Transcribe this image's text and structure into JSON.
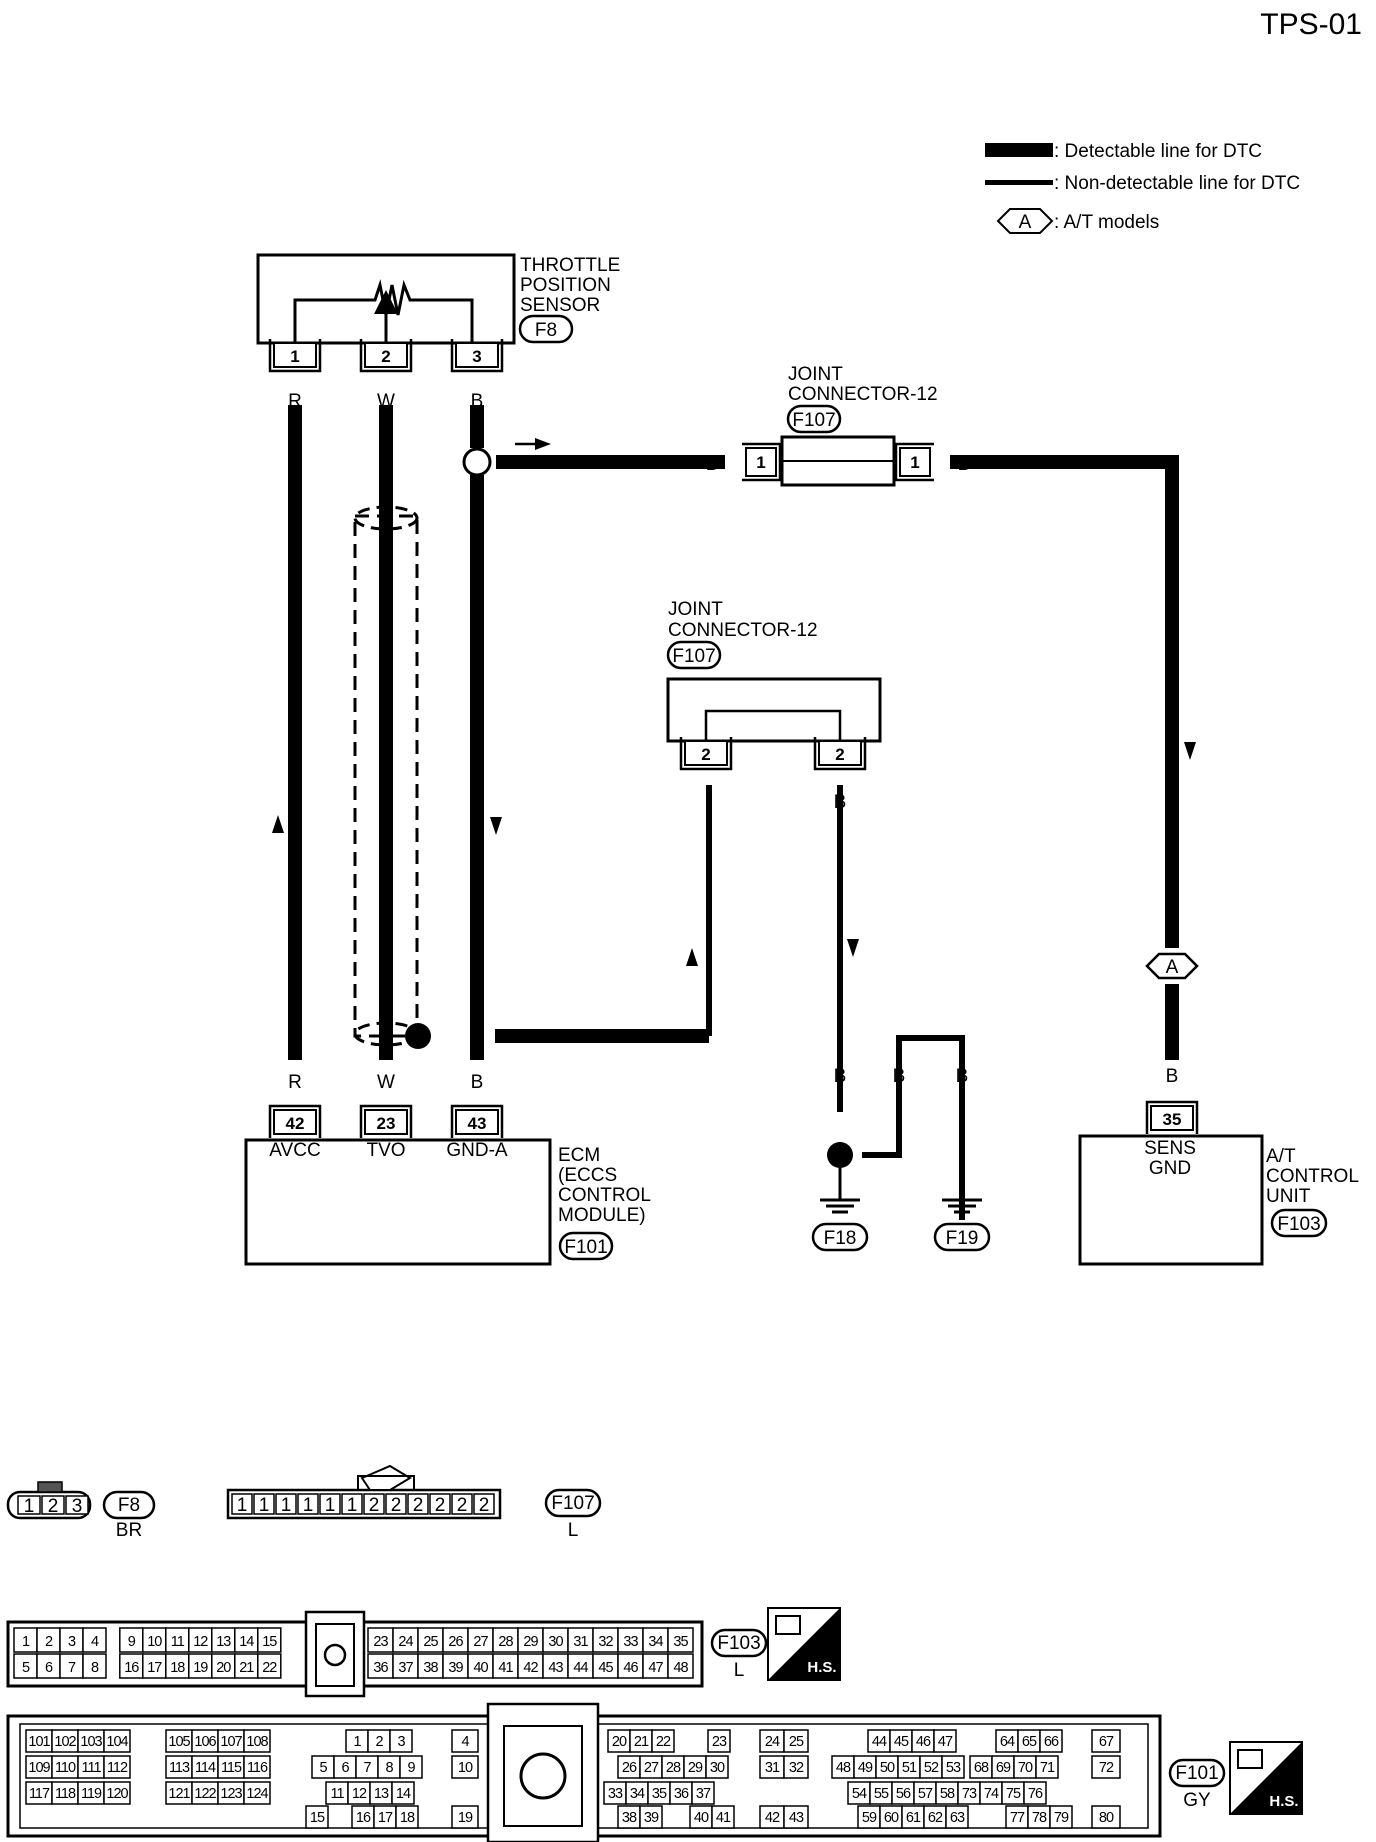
{
  "page": {
    "title": "TPS-01"
  },
  "legend": {
    "detectable": ": Detectable line for DTC",
    "non_detectable": ": Non-detectable line for DTC",
    "at_symbol": "A",
    "at_models": ": A/T models"
  },
  "tps": {
    "name_line1": "THROTTLE",
    "name_line2": "POSITION",
    "name_line3": "SENSOR",
    "code": "F8",
    "pins": [
      "1",
      "2",
      "3"
    ]
  },
  "wires": {
    "r": "R",
    "w": "W",
    "b": "B"
  },
  "joint_top": {
    "name_line1": "JOINT",
    "name_line2": "CONNECTOR-12",
    "code": "F107",
    "pin_left": "1",
    "pin_right": "1"
  },
  "joint_mid": {
    "name_line1": "JOINT",
    "name_line2": "CONNECTOR-12",
    "code": "F107",
    "pin_left": "2",
    "pin_right": "2"
  },
  "ecm": {
    "pins": [
      "42",
      "23",
      "43"
    ],
    "pin_labels": [
      "AVCC",
      "TVO",
      "GND-A"
    ],
    "name_line1": "ECM",
    "name_line2": "(ECCS",
    "name_line3": "CONTROL",
    "name_line4": "MODULE)",
    "code": "F101"
  },
  "grounds": {
    "left": "F18",
    "right": "F19"
  },
  "at_unit": {
    "pin": "35",
    "pin_label1": "SENS",
    "pin_label2": "GND",
    "name_line1": "A/T",
    "name_line2": "CONTROL",
    "name_line3": "UNIT",
    "code": "F103",
    "marker": "A"
  },
  "faces": {
    "f8": {
      "code": "F8",
      "color": "BR",
      "pins": [
        "1",
        "2",
        "3"
      ]
    },
    "f107": {
      "code": "F107",
      "color": "L",
      "pins": [
        "1",
        "1",
        "1",
        "1",
        "1",
        "1",
        "2",
        "2",
        "2",
        "2",
        "2",
        "2"
      ]
    },
    "f103": {
      "code": "F103",
      "color": "L",
      "hs": "H.S.",
      "rows": [
        [
          "1",
          "2",
          "3",
          "4",
          "",
          "9",
          "10",
          "11",
          "12",
          "13",
          "14",
          "15",
          "",
          "23",
          "24",
          "25",
          "26",
          "27",
          "28",
          "29",
          "30",
          "31",
          "32",
          "33",
          "34",
          "35"
        ],
        [
          "5",
          "6",
          "7",
          "8",
          "",
          "16",
          "17",
          "18",
          "19",
          "20",
          "21",
          "22",
          "",
          "36",
          "37",
          "38",
          "39",
          "40",
          "41",
          "42",
          "43",
          "44",
          "45",
          "46",
          "47",
          "48"
        ]
      ]
    },
    "f101": {
      "code": "F101",
      "color": "GY",
      "hs": "H.S.",
      "rows": [
        [
          "101",
          "102",
          "103",
          "104",
          "105",
          "106",
          "107",
          "108",
          "1",
          "2",
          "3",
          "4",
          "20",
          "21",
          "22",
          "23",
          "24",
          "25",
          "44",
          "45",
          "46",
          "47",
          "64",
          "65",
          "66",
          "67"
        ],
        [
          "109",
          "110",
          "111",
          "112",
          "113",
          "114",
          "115",
          "116",
          "5",
          "6",
          "7",
          "8",
          "9",
          "10",
          "26",
          "27",
          "28",
          "29",
          "30",
          "31",
          "32",
          "48",
          "49",
          "50",
          "51",
          "52",
          "53",
          "68",
          "69",
          "70",
          "71",
          "72"
        ],
        [
          "117",
          "118",
          "119",
          "120",
          "121",
          "122",
          "123",
          "124",
          "11",
          "12",
          "13",
          "14",
          "33",
          "34",
          "35",
          "36",
          "37",
          "54",
          "55",
          "56",
          "57",
          "58",
          "73",
          "74",
          "75",
          "76"
        ],
        [
          "15",
          "16",
          "17",
          "18",
          "19",
          "38",
          "39",
          "40",
          "41",
          "42",
          "43",
          "59",
          "60",
          "61",
          "62",
          "63",
          "77",
          "78",
          "79",
          "80"
        ]
      ]
    }
  }
}
